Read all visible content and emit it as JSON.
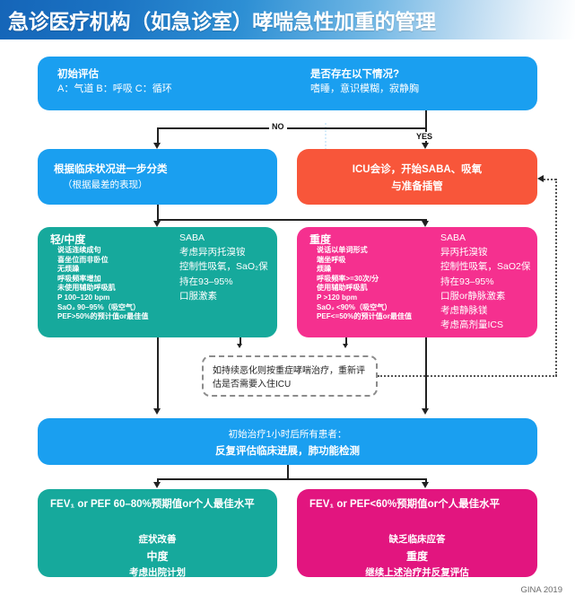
{
  "header": {
    "title": "急诊医疗机构（如急诊室）哮喘急性加重的管理"
  },
  "initial_assessment": {
    "left_heading": "初始评估",
    "left_detail": "A：气道  B：呼吸  C：循环",
    "right_heading": "是否存在以下情况?",
    "right_detail": "嗜睡，意识模糊，寂静胸"
  },
  "connectors": {
    "no_label": "NO",
    "yes_label": "YES"
  },
  "classify": {
    "line1": "根据临床状况进一步分类",
    "line2": "（根据最差的表现）"
  },
  "icu": {
    "line1": "ICU会诊，开始SABA、吸氧",
    "line2": "与准备插管"
  },
  "mild": {
    "title": "轻/中度",
    "criteria": [
      "说话连续成句",
      "喜坐位而非卧位",
      "无烦躁",
      "呼吸频率增加",
      "未使用辅助呼吸肌",
      "P 100–120 bpm",
      "SaO₂ 90–95%（吸空气）",
      "PEF>50%的预计值or最佳值"
    ],
    "treatment": [
      "SABA",
      "考虑异丙托溴铵",
      "控制性吸氧，SaO₂保持在93–95%",
      "口服激素"
    ]
  },
  "severe": {
    "title": "重度",
    "criteria": [
      "说话以单词形式",
      "端坐呼吸",
      "烦躁",
      "呼吸频率>=30次/分",
      "使用辅助呼吸肌",
      "P >120 bpm",
      "SaO₂ <90%（吸空气）",
      "PEF<=50%的预计值or最佳值"
    ],
    "treatment": [
      "SABA",
      "异丙托溴铵",
      "控制性吸氧，SaO2保持在93–95%",
      "口服or静脉激素",
      "考虑静脉镁",
      "考虑高剂量ICS"
    ]
  },
  "worsen": {
    "text": "如持续恶化则按重症哮喘治疗，重新评估是否需要入住ICU"
  },
  "reassess": {
    "line1": "初始治疗1小时后所有患者：",
    "line2": "反复评估临床进展，肺功能检测"
  },
  "outcome_mild": {
    "heading": "FEV₁ or PEF 60–80%预期值or个人最佳水平",
    "line1": "症状改善",
    "line2": "中度",
    "line3": "考虑出院计划"
  },
  "outcome_severe": {
    "heading": "FEV₁ or PEF<60%预期值or个人最佳水平",
    "line1": "缺乏临床应答",
    "line2": "重度",
    "line3": "继续上述治疗并反复评估"
  },
  "footer": {
    "gina": "GINA 2019"
  },
  "colors": {
    "blue": "#1a9ff0",
    "orange": "#f8563a",
    "teal": "#16a99c",
    "pink": "#f5308f",
    "pink_dark": "#e2157f",
    "header_blue": "#1565b8"
  }
}
